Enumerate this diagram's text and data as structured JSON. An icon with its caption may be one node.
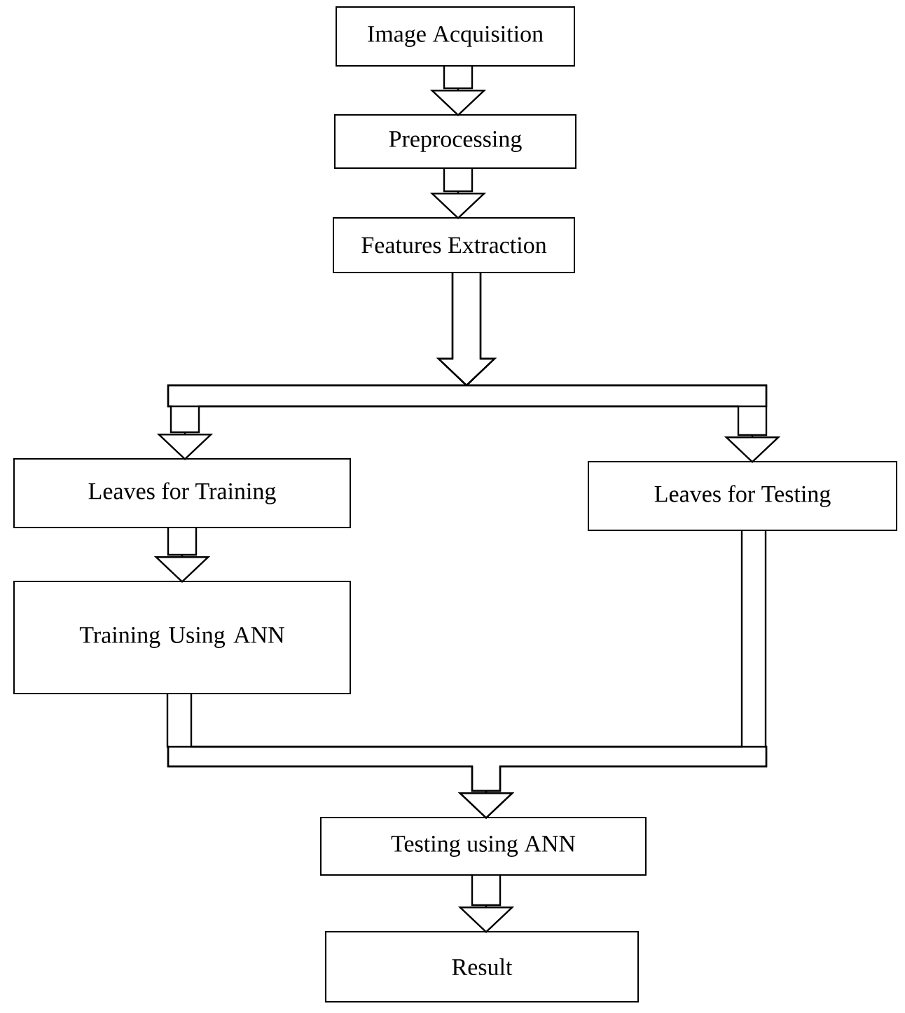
{
  "diagram": {
    "nodes": [
      {
        "text": [
          "Image Acquisition"
        ]
      },
      {
        "text": [
          "Preprocessing"
        ]
      },
      {
        "text": [
          "Features Extraction"
        ]
      },
      {
        "text": [
          "Leaves for Training"
        ]
      },
      {
        "text": [
          "Leaves for Testing"
        ]
      },
      {
        "text": [
          "Training Using ANN"
        ]
      },
      {
        "text": [
          "Testing using ANN"
        ]
      },
      {
        "text": [
          "Result"
        ]
      }
    ],
    "edges": [
      {
        "from": 0,
        "to": 1,
        "arrow": "to"
      },
      {
        "from": 1,
        "to": 2,
        "arrow": "to"
      },
      {
        "from": 2,
        "to": 3,
        "arrow": "to"
      },
      {
        "from": 2,
        "to": 4,
        "arrow": "to"
      },
      {
        "from": 3,
        "to": 5,
        "arrow": "to"
      },
      {
        "from": 5,
        "to": 6,
        "arrow": "to"
      },
      {
        "from": 4,
        "to": 6,
        "arrow": "to"
      },
      {
        "from": 6,
        "to": 7,
        "arrow": "to"
      }
    ]
  }
}
